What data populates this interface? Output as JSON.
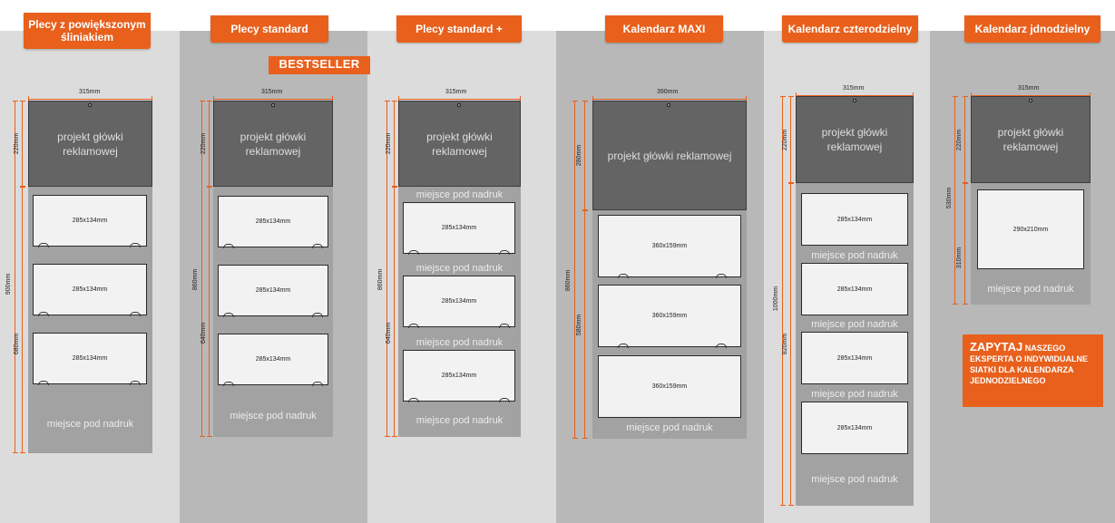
{
  "columns": [
    {
      "title": "Plecy z powiększonym śliniakiem"
    },
    {
      "title": "Plecy standard",
      "badge": "BESTSELLER"
    },
    {
      "title": "Plecy standard +"
    },
    {
      "title": "Kalendarz MAXI"
    },
    {
      "title": "Kalendarz czterodzielny"
    },
    {
      "title": "Kalendarz jdnodzielny"
    }
  ],
  "labels": {
    "head": "projekt główki reklamowej",
    "print_area": "miejsce pod nadruk"
  },
  "dimensions": {
    "w315": "315mm",
    "w390": "390mm",
    "h220": "220mm",
    "h280": "280mm",
    "h900": "900mm",
    "h680": "680mm",
    "h860": "860mm",
    "h640": "640mm",
    "h580": "580mm",
    "h1000": "1000mm",
    "h820": "820mm",
    "h530": "530mm",
    "h310": "310mm"
  },
  "calendar_sizes": {
    "standard": "285x134mm",
    "maxi": "360x159mm",
    "single": "290x210mm"
  },
  "cta": {
    "strong": "ZAPYTAJ",
    "rest": "NASZEGO EKSPERTA O INDYWIDUALNE SIATKI DLA KALENDARZA JEDNODZIELNEGO"
  },
  "colors": {
    "accent": "#e8601c",
    "head": "#646464",
    "back": "#a2a2a2"
  }
}
